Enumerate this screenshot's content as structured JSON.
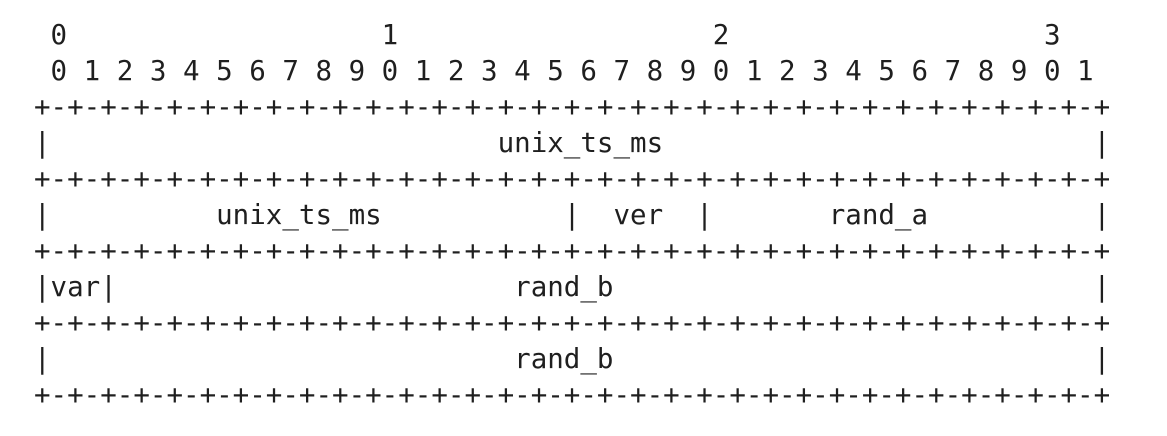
{
  "diagram": {
    "lines": [
      " 0                   1                   2                   3",
      " 0 1 2 3 4 5 6 7 8 9 0 1 2 3 4 5 6 7 8 9 0 1 2 3 4 5 6 7 8 9 0 1",
      "+-+-+-+-+-+-+-+-+-+-+-+-+-+-+-+-+-+-+-+-+-+-+-+-+-+-+-+-+-+-+-+-+",
      "|                           unix_ts_ms                          |",
      "+-+-+-+-+-+-+-+-+-+-+-+-+-+-+-+-+-+-+-+-+-+-+-+-+-+-+-+-+-+-+-+-+",
      "|          unix_ts_ms           |  ver  |       rand_a          |",
      "+-+-+-+-+-+-+-+-+-+-+-+-+-+-+-+-+-+-+-+-+-+-+-+-+-+-+-+-+-+-+-+-+",
      "|var|                        rand_b                             |",
      "+-+-+-+-+-+-+-+-+-+-+-+-+-+-+-+-+-+-+-+-+-+-+-+-+-+-+-+-+-+-+-+-+",
      "|                            rand_b                             |",
      "+-+-+-+-+-+-+-+-+-+-+-+-+-+-+-+-+-+-+-+-+-+-+-+-+-+-+-+-+-+-+-+-+"
    ]
  }
}
